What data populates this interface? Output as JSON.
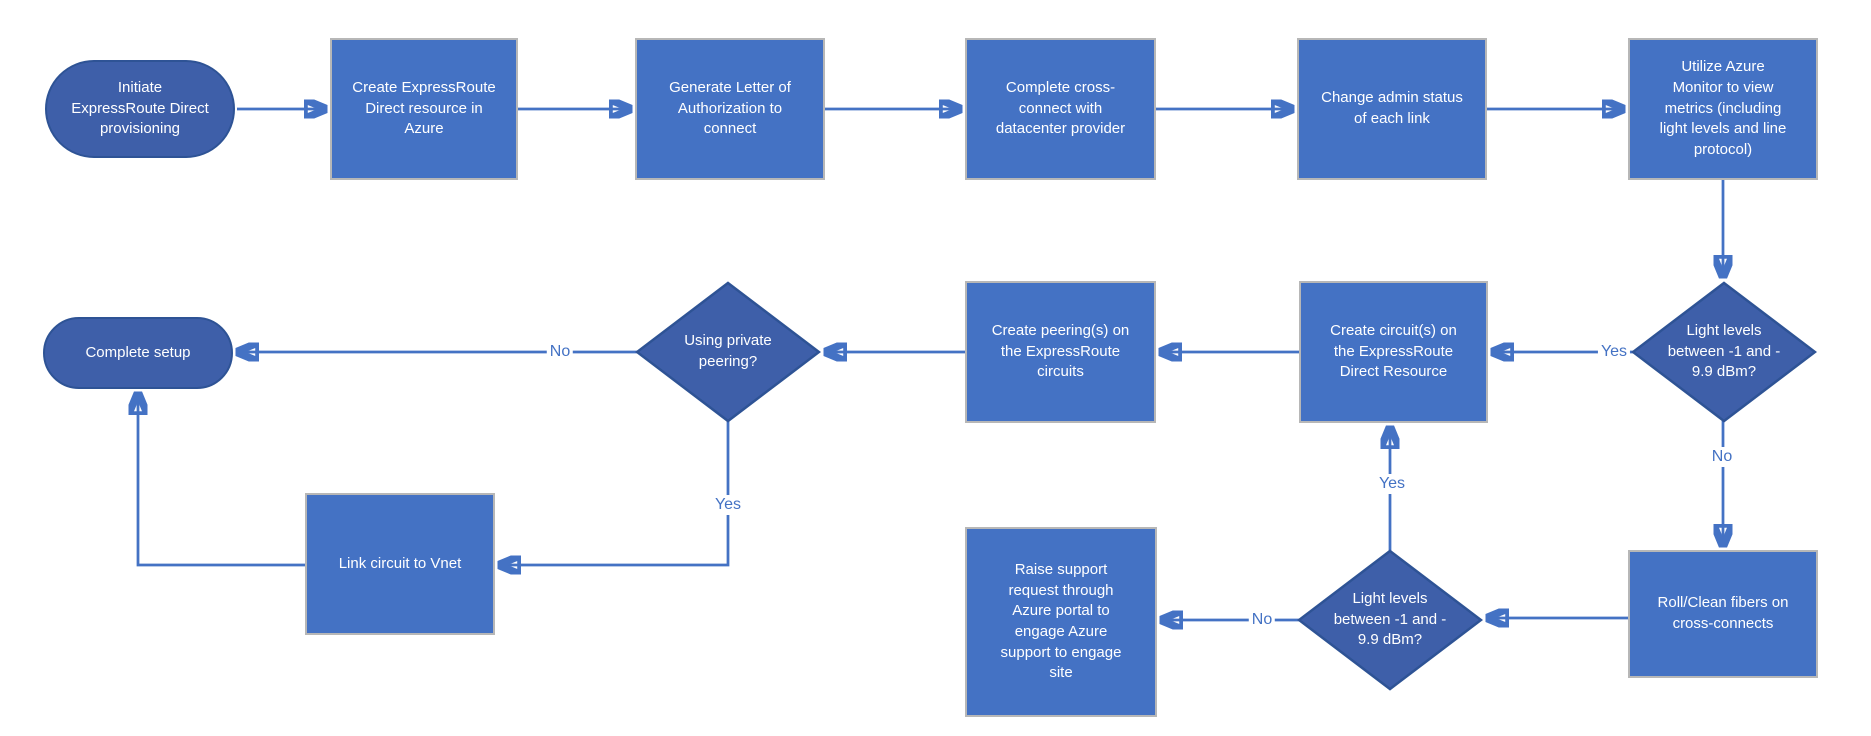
{
  "diagram": {
    "colors": {
      "box_fill": "#4472C4",
      "box_border": "#B7B7B7",
      "shape_fill": "#3E5FA9",
      "shape_border": "#2E5395",
      "connector": "#4472C4",
      "edge_label": "#4472C4",
      "node_text": "#FFFFFF",
      "background": "#FFFFFF"
    },
    "nodes": [
      {
        "id": "start",
        "type": "terminator",
        "label": "Initiate\nExpressRoute Direct\nprovisioning"
      },
      {
        "id": "create-direct-resource",
        "type": "process",
        "label": "Create ExpressRoute\nDirect resource in\nAzure"
      },
      {
        "id": "generate-loa",
        "type": "process",
        "label": "Generate Letter of\nAuthorization to\nconnect"
      },
      {
        "id": "cross-connect",
        "type": "process",
        "label": "Complete cross-\nconnect with\ndatacenter provider"
      },
      {
        "id": "admin-status",
        "type": "process",
        "label": "Change admin status\nof each link"
      },
      {
        "id": "azure-monitor",
        "type": "process",
        "label": "Utilize Azure\nMonitor to view\nmetrics (including\nlight levels and line\nprotocol)"
      },
      {
        "id": "light-levels-check-1",
        "type": "decision",
        "label": "Light levels\nbetween -1 and -\n9.9 dBm?"
      },
      {
        "id": "create-circuits",
        "type": "process",
        "label": "Create circuit(s) on\nthe ExpressRoute\nDirect Resource"
      },
      {
        "id": "create-peerings",
        "type": "process",
        "label": "Create peering(s) on\nthe ExpressRoute\ncircuits"
      },
      {
        "id": "private-peering-check",
        "type": "decision",
        "label": "Using private\npeering?"
      },
      {
        "id": "complete-setup",
        "type": "terminator",
        "label": "Complete setup"
      },
      {
        "id": "link-vnet",
        "type": "process",
        "label": "Link circuit to Vnet"
      },
      {
        "id": "roll-clean-fibers",
        "type": "process",
        "label": "Roll/Clean fibers on\ncross-connects"
      },
      {
        "id": "light-levels-check-2",
        "type": "decision",
        "label": "Light levels\nbetween -1 and -\n9.9 dBm?"
      },
      {
        "id": "raise-support",
        "type": "process",
        "label": "Raise support\nrequest through\nAzure portal to\nengage Azure\nsupport to engage\nsite"
      }
    ],
    "edge_labels": {
      "light1_yes": "Yes",
      "light1_no": "No",
      "private_yes": "Yes",
      "private_no": "No",
      "light2_yes": "Yes",
      "light2_no": "No"
    }
  }
}
